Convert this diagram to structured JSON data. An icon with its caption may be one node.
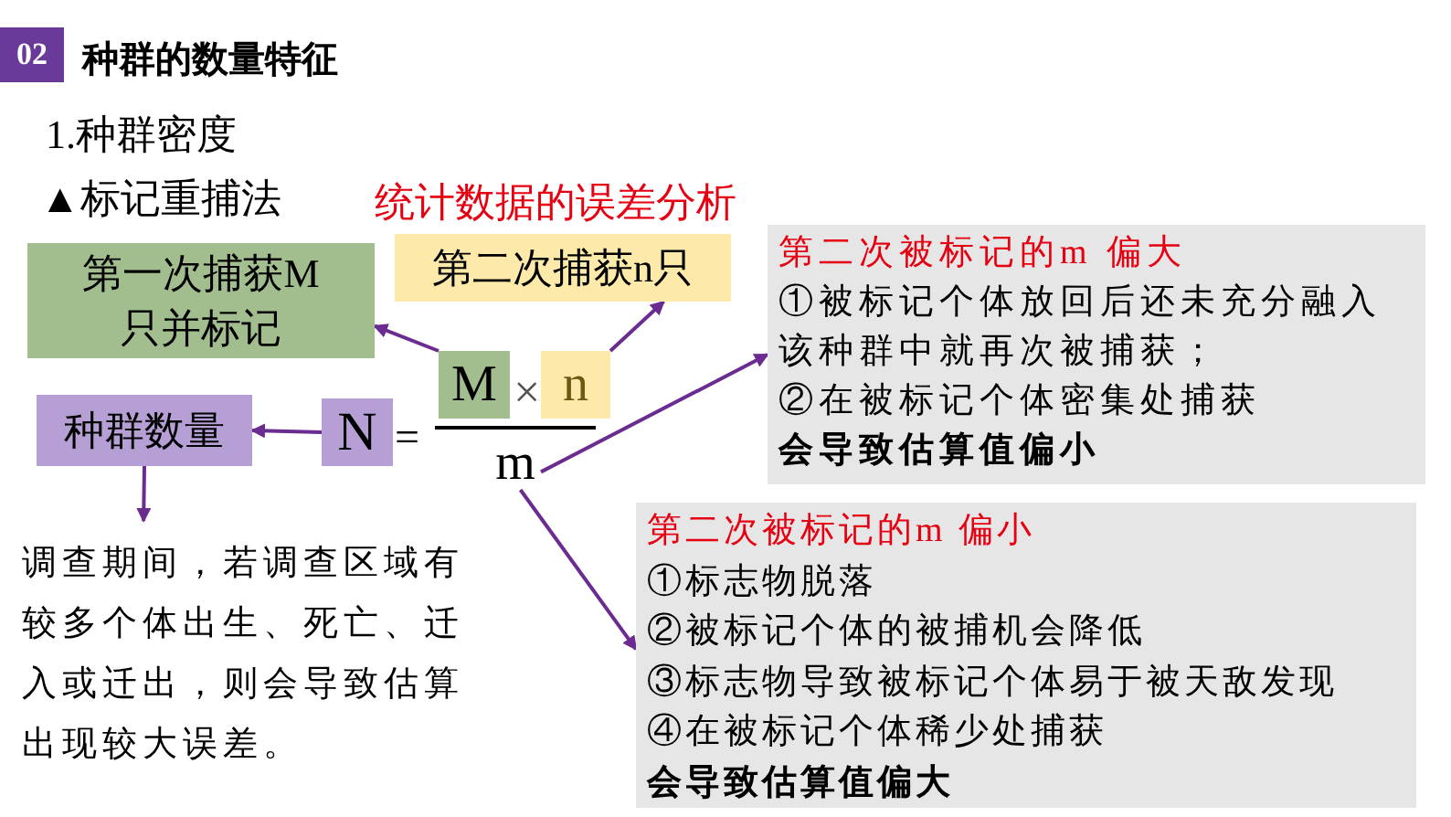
{
  "diagram": {
    "title": "种群的数量特征",
    "nodes": [
      {
        "text": [
          "第一次捕获M只并标记"
        ]
      },
      {
        "text": [
          "第二次捕获n只"
        ]
      },
      {
        "text": [
          "种群数量"
        ]
      },
      {
        "text": [
          "N"
        ]
      },
      {
        "text": [
          "M"
        ]
      },
      {
        "text": [
          "n"
        ]
      },
      {
        "text": [
          "m"
        ]
      },
      {
        "text": [
          "第二次被标记的m 偏大",
          "①被标记个体放回后还未充分融入该种群中就再次被捕获；",
          "②在被标记个体密集处捕获",
          "会导致估算值偏小"
        ]
      },
      {
        "text": [
          "第二次被标记的m 偏小",
          "①标志物脱落",
          "②被标记个体的被捕机会降低",
          "③标志物导致被标记个体易于被天敌发现",
          "④在被标记个体稀少处捕获",
          "会导致估算值偏大"
        ]
      },
      {
        "text": [
          "调查期间，若调查区域有较多个体出生、死亡、迁入或迁出，则会导致估算出现较大误差。"
        ]
      }
    ],
    "edges": [
      {
        "from": 4,
        "to": 0,
        "arrow": "to"
      },
      {
        "from": 5,
        "to": 1,
        "arrow": "to"
      },
      {
        "from": 3,
        "to": 2,
        "arrow": "to"
      },
      {
        "from": 2,
        "to": 9,
        "arrow": "to"
      },
      {
        "from": 6,
        "to": 7,
        "arrow": "to"
      },
      {
        "from": 6,
        "to": 8,
        "arrow": "to"
      }
    ],
    "labels": [
      "02",
      "1.种群密度",
      "▲标记重捕法",
      "统计数据的误差分析",
      "=",
      "×"
    ]
  }
}
